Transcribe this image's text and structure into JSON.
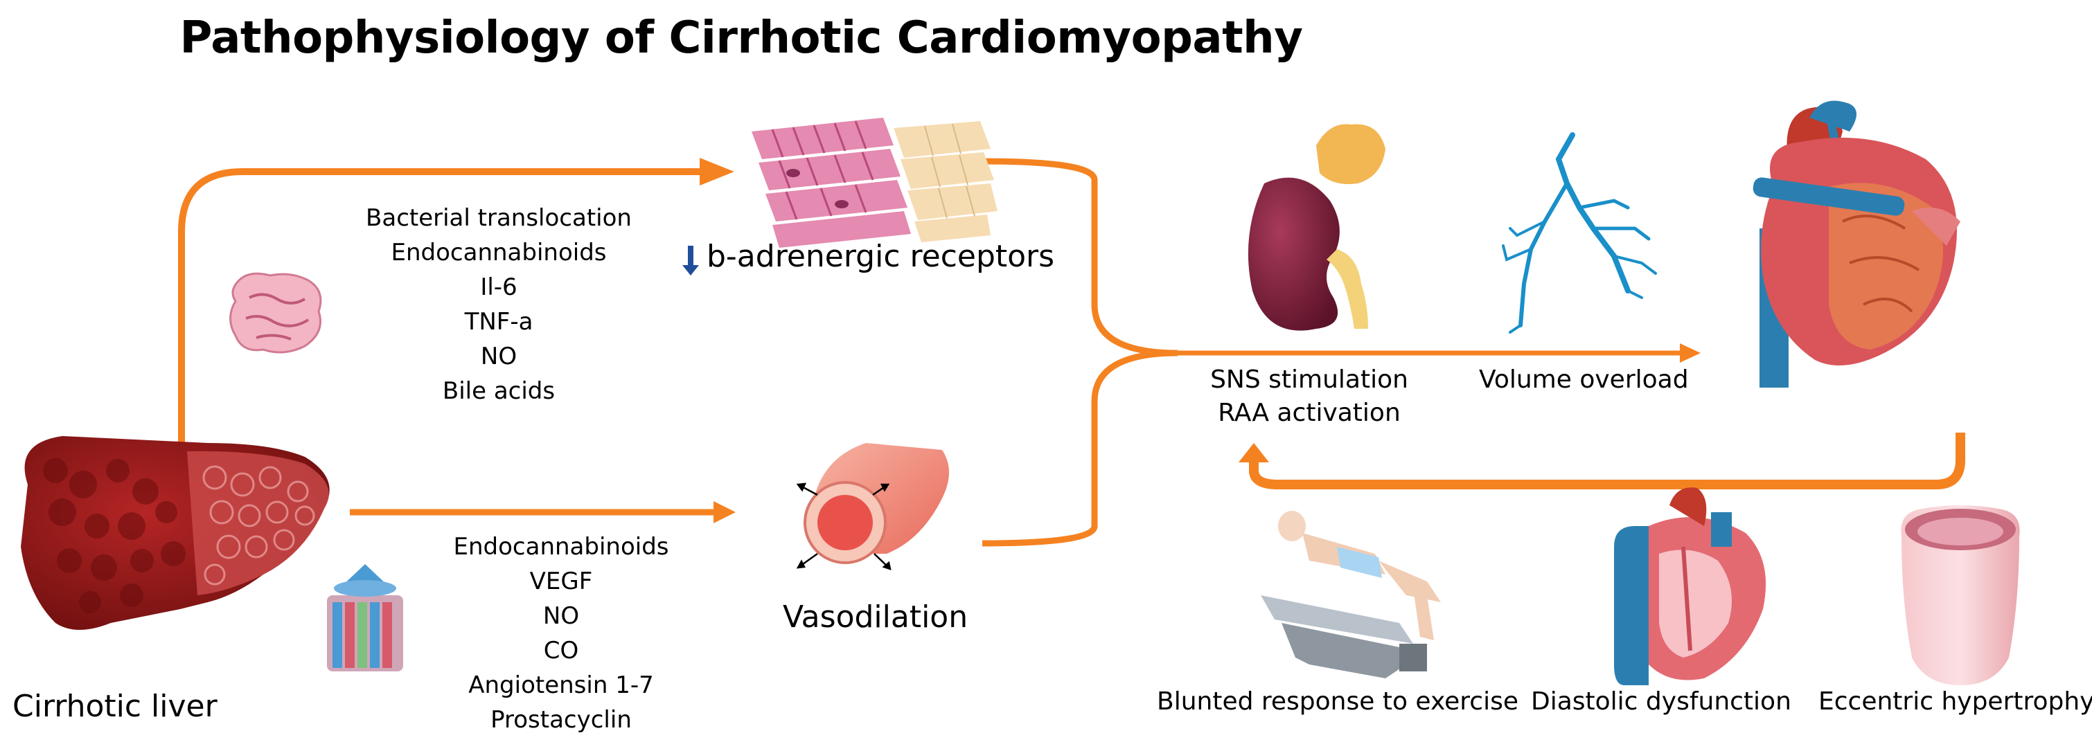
{
  "title": "Pathophysiology of Cirrhotic Cardiomyopathy",
  "labels": {
    "cirrhotic_liver": "Cirrhotic liver",
    "b_receptors": "b-adrenergic receptors",
    "vasodilation": "Vasodilation",
    "sns": "SNS stimulation",
    "raa": "RAA activation",
    "volume_overload": "Volume overload",
    "blunted": "Blunted response to exercise",
    "diastolic": "Diastolic dysfunction",
    "eccentric": "Eccentric hypertrophy"
  },
  "upper_mediators": [
    "Bacterial translocation",
    "Endocannabinoids",
    "Il-6",
    "TNF-a",
    "NO",
    "Bile acids"
  ],
  "lower_mediators": [
    "Endocannabinoids",
    "VEGF",
    "NO",
    "CO",
    "Angiotensin 1-7",
    "Prostacyclin"
  ],
  "colors": {
    "arrow": "#f58220",
    "down_arrow": "#1f4e9c",
    "liver": "#8b1a1a",
    "kidney": "#7a1f3a",
    "vessel": "#1a8fc9",
    "heart": "#c0392b"
  },
  "icons": {
    "down_indicator": "down-arrow-icon"
  }
}
